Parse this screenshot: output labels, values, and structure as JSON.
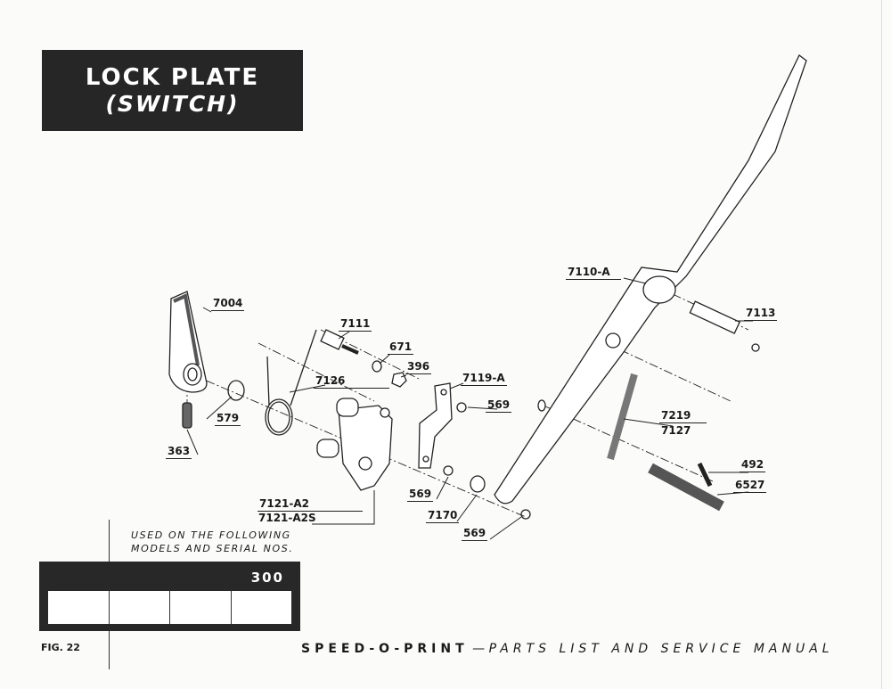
{
  "title": {
    "line1": "LOCK PLATE",
    "line2": "(SWITCH)"
  },
  "parts": [
    {
      "id": "p7004",
      "number": "7004"
    },
    {
      "id": "p7111",
      "number": "7111"
    },
    {
      "id": "p671",
      "number": "671"
    },
    {
      "id": "p396",
      "number": "396"
    },
    {
      "id": "p7126",
      "number": "7126"
    },
    {
      "id": "p7119a",
      "number": "7119-A"
    },
    {
      "id": "p569a",
      "number": "569"
    },
    {
      "id": "p7110a",
      "number": "7110-A"
    },
    {
      "id": "p7113",
      "number": "7113"
    },
    {
      "id": "p7219",
      "number": "7219"
    },
    {
      "id": "p7127",
      "number": "7127"
    },
    {
      "id": "p492",
      "number": "492"
    },
    {
      "id": "p6527",
      "number": "6527"
    },
    {
      "id": "p579",
      "number": "579"
    },
    {
      "id": "p363",
      "number": "363"
    },
    {
      "id": "p569b",
      "number": "569"
    },
    {
      "id": "p7121a2",
      "number": "7121-A2"
    },
    {
      "id": "p7121a2s",
      "number": "7121-A2S"
    },
    {
      "id": "p7170",
      "number": "7170"
    },
    {
      "id": "p569c",
      "number": "569"
    }
  ],
  "models": {
    "caption_line1": "USED ON THE FOLLOWING",
    "caption_line2": "MODELS AND SERIAL NOS.",
    "model": "300"
  },
  "figure": "FIG. 22",
  "footer": {
    "brand": "SPEED-O-PRINT",
    "dash": " — ",
    "rest": "PARTS LIST AND SERVICE MANUAL"
  }
}
